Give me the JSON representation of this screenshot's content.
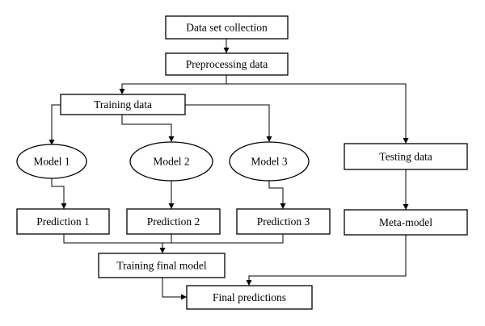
{
  "flowchart": {
    "nodes": {
      "data_set_collection": "Data set collection",
      "preprocessing_data": "Preprocessing data",
      "training_data": "Training data",
      "model_1": "Model 1",
      "model_2": "Model 2",
      "model_3": "Model 3",
      "testing_data": "Testing data",
      "prediction_1": "Prediction 1",
      "prediction_2": "Prediction 2",
      "prediction_3": "Prediction 3",
      "meta_model": "Meta-model",
      "training_final_model": "Training final model",
      "final_predictions": "Final predictions"
    }
  }
}
